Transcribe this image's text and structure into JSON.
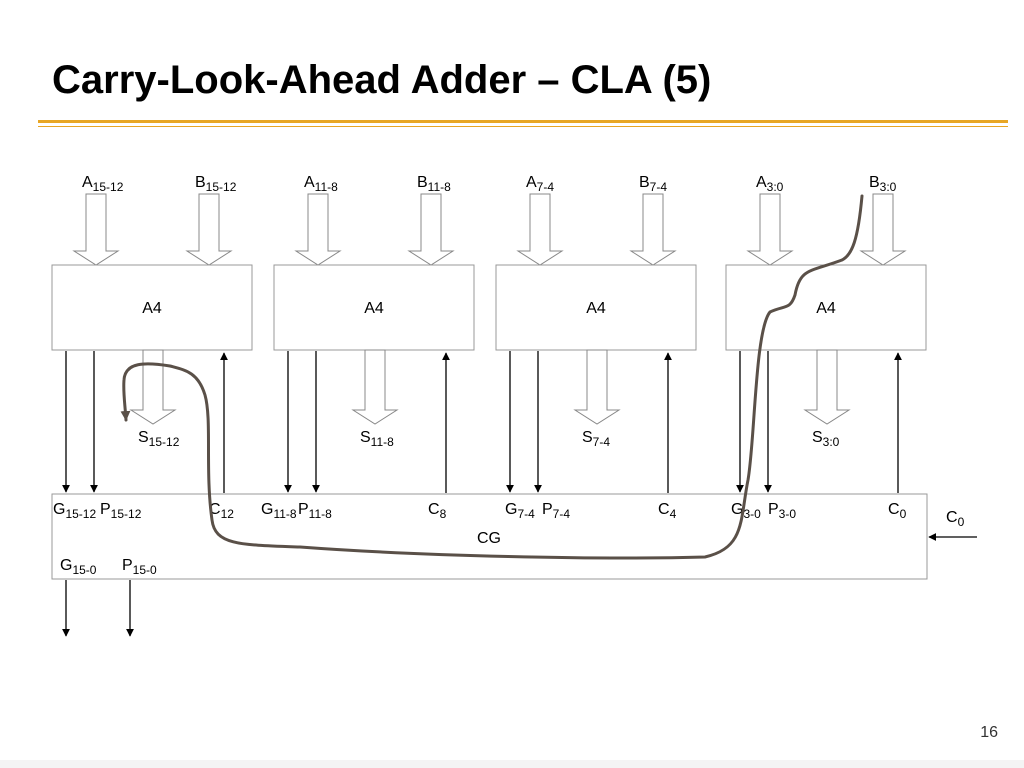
{
  "slide": {
    "title": "Carry-Look-Ahead Adder – CLA (5)",
    "page_number": "16"
  },
  "colors": {
    "accent_rule": "#e8a624",
    "annotation_stroke": "#5a5048"
  },
  "adders": [
    {
      "label": "A4",
      "input_a": {
        "base": "A",
        "sub": "15-12"
      },
      "input_b": {
        "base": "B",
        "sub": "15-12"
      },
      "sum": {
        "base": "S",
        "sub": "15-12"
      },
      "g": {
        "base": "G",
        "sub": "15-12"
      },
      "p": {
        "base": "P",
        "sub": "15-12"
      },
      "c": {
        "base": "C",
        "sub": "12"
      }
    },
    {
      "label": "A4",
      "input_a": {
        "base": "A",
        "sub": "11-8"
      },
      "input_b": {
        "base": "B",
        "sub": "11-8"
      },
      "sum": {
        "base": "S",
        "sub": "11-8"
      },
      "g": {
        "base": "G",
        "sub": "11-8"
      },
      "p": {
        "base": "P",
        "sub": "11-8"
      },
      "c": {
        "base": "C",
        "sub": "8"
      }
    },
    {
      "label": "A4",
      "input_a": {
        "base": "A",
        "sub": "7-4"
      },
      "input_b": {
        "base": "B",
        "sub": "7-4"
      },
      "sum": {
        "base": "S",
        "sub": "7-4"
      },
      "g": {
        "base": "G",
        "sub": "7-4"
      },
      "p": {
        "base": "P",
        "sub": "7-4"
      },
      "c": {
        "base": "C",
        "sub": "4"
      }
    },
    {
      "label": "A4",
      "input_a": {
        "base": "A",
        "sub": "3:0"
      },
      "input_b": {
        "base": "B",
        "sub": "3:0"
      },
      "sum": {
        "base": "S",
        "sub": "3:0"
      },
      "g": {
        "base": "G",
        "sub": "3-0"
      },
      "p": {
        "base": "P",
        "sub": "3-0"
      },
      "c": {
        "base": "C",
        "sub": "0"
      }
    }
  ],
  "cg": {
    "label": "CG",
    "carry_in": {
      "base": "C",
      "sub": "0"
    },
    "g_out": {
      "base": "G",
      "sub": "15-0"
    },
    "p_out": {
      "base": "P",
      "sub": "15-0"
    }
  }
}
